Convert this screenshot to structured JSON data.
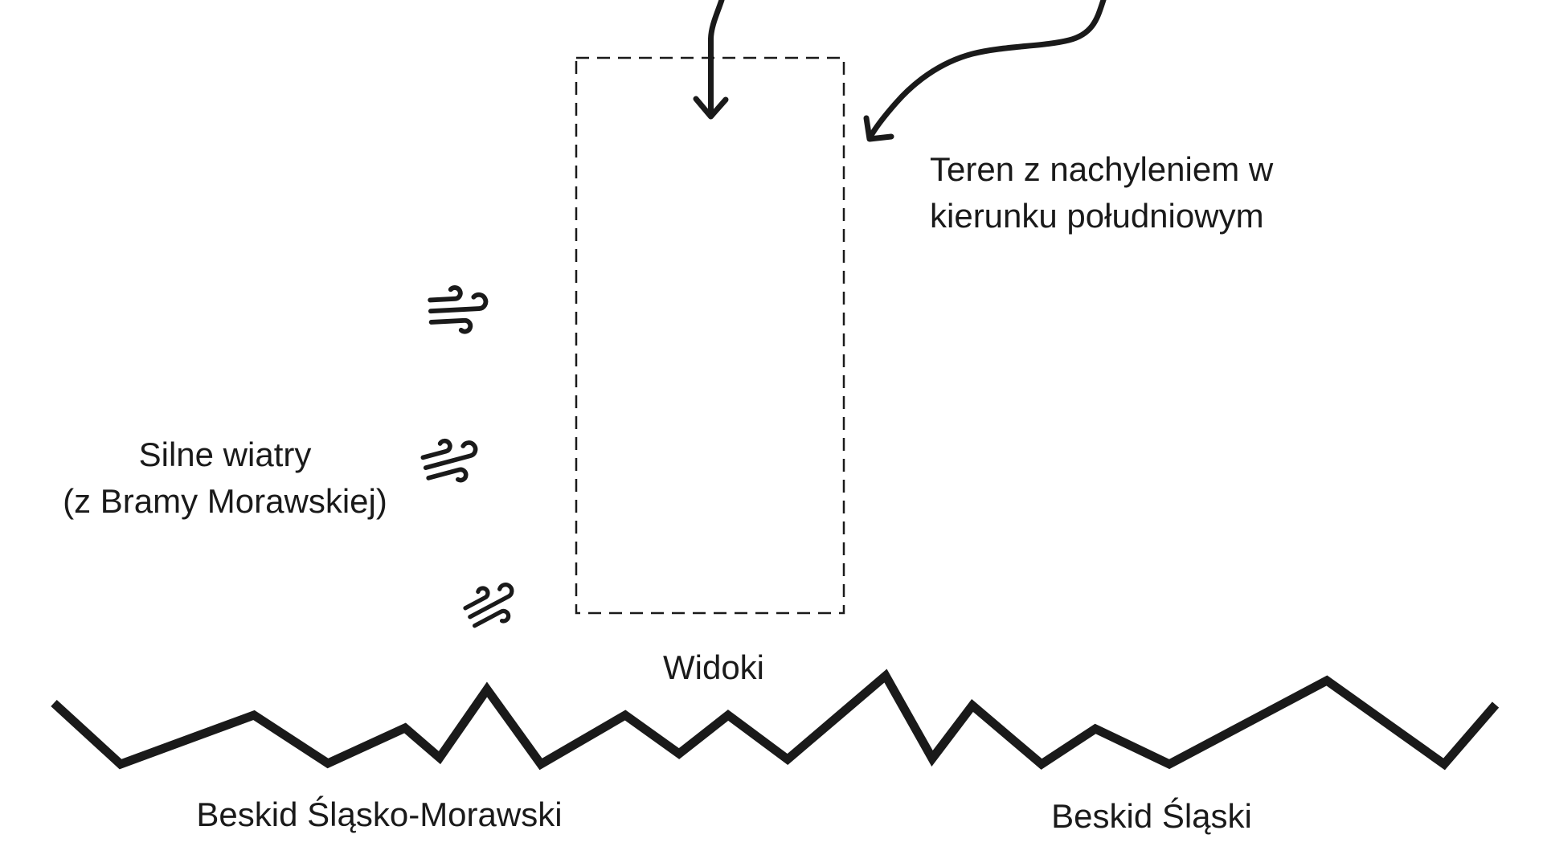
{
  "page": {
    "background_color": "#ffffff",
    "ink_color": "#1a1a1a"
  },
  "labels": {
    "slope_note": {
      "line1": "Teren z nachyleniem w",
      "line2": "kierunku południowym"
    },
    "wind_note": {
      "line1": "Silne wiatry",
      "line2": "(z Bramy Morawskiej)"
    },
    "views": "Widoki",
    "mountain_range_left": "Beskid Śląsko-Morawski",
    "mountain_range_right": "Beskid Śląski"
  },
  "icons": {
    "wind": "wind-icon",
    "arrow_down": "arrow-down-icon",
    "arrow_curved": "curved-arrow-icon",
    "dashed_area": "dashed-plot-boundary",
    "mountains": "mountain-ridge-zigzag"
  }
}
